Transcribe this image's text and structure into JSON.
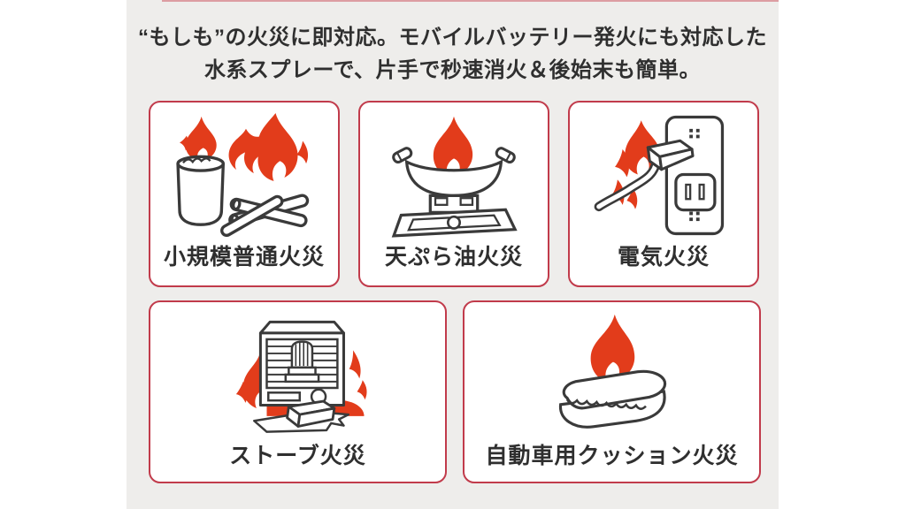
{
  "colors": {
    "page_background": "#ffffff",
    "panel_background": "#eeedeb",
    "card_background": "#ffffff",
    "card_border_red": "#c13b4b",
    "flame_red": "#e23c1b",
    "icon_outline": "#3a3a3a",
    "text_dark": "#2f2f2f"
  },
  "header": {
    "line1": "“もしも”の火災に即対応。モバイルバッテリー発火にも対応した",
    "line2": "水系スプレーで、片手で秒速消火＆後始末も簡単。"
  },
  "cards": [
    {
      "label": "小規模普通火災",
      "icon": "campfire-fire-icon"
    },
    {
      "label": "天ぷら油火災",
      "icon": "tempura-oil-fire-icon"
    },
    {
      "label": "電気火災",
      "icon": "electric-fire-icon"
    },
    {
      "label": "ストーブ火災",
      "icon": "stove-fire-icon"
    },
    {
      "label": "自動車用クッション火災",
      "icon": "car-cushion-fire-icon"
    }
  ]
}
